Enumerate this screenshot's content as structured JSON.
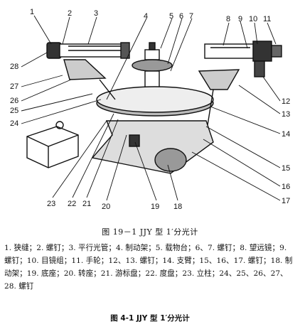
{
  "labels": {
    "top": [
      "1",
      "2",
      "3",
      "4",
      "5",
      "6",
      "7",
      "8",
      "9",
      "10",
      "11"
    ],
    "left": [
      "28",
      "27",
      "26",
      "25",
      "24"
    ],
    "right": [
      "12",
      "13",
      "14",
      "15",
      "16",
      "17"
    ],
    "bottom": [
      "23",
      "22",
      "21",
      "20",
      "19",
      "18"
    ]
  },
  "inner_caption": "图 19－1    JJY 型 1′分光计",
  "legend_text": "1. 狭缝；2. 螺钉；3. 平行光管；4. 制动架；5. 载物台；6、7. 螺钉；8. 望远镜；9. 螺钉；10. 目镜组；11. 手轮；12、13. 螺钉；14. 支臂；15、16、17. 螺钉；18. 制动架；19. 底座；20. 转座；21. 游标盘；22. 度盘；23. 立柱；24、25、26、27、28. 螺钉",
  "figure_caption": "图 4-1   JJY 型 1′分光计"
}
